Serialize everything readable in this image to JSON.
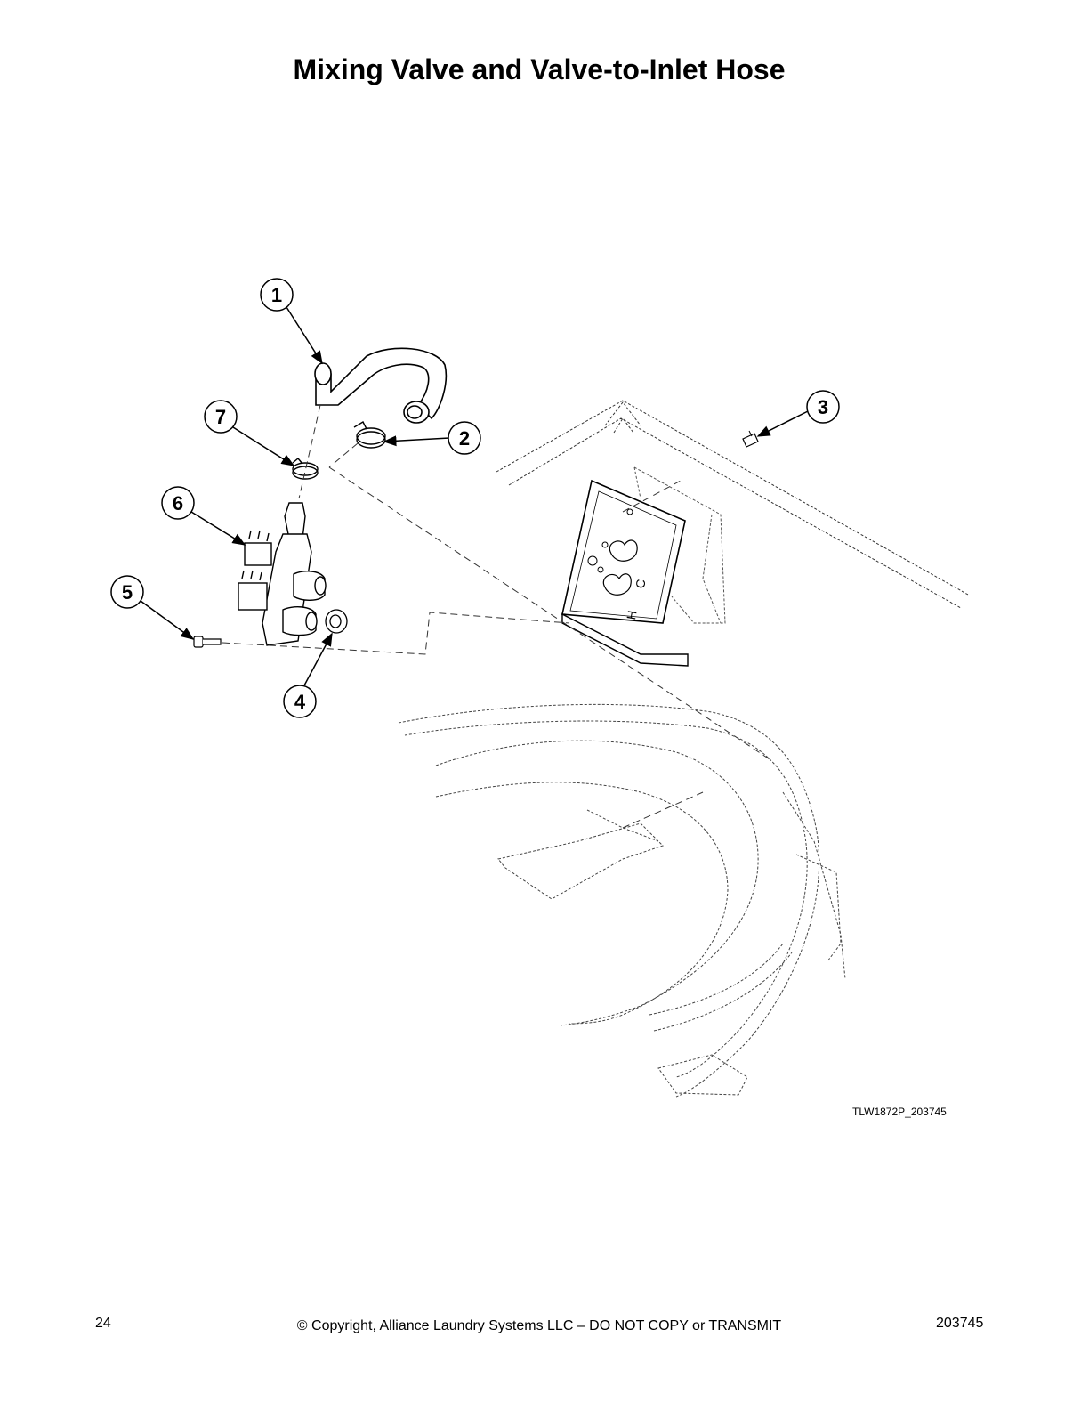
{
  "title": "Mixing Valve and Valve-to-Inlet Hose",
  "callouts": [
    "1",
    "2",
    "3",
    "4",
    "5",
    "6",
    "7"
  ],
  "drawing_id": "TLW1872P_203745",
  "bracket_labels": {
    "cold": "C",
    "hot": "H"
  },
  "footer": {
    "page_number": "24",
    "copyright": "© Copyright, Alliance Laundry Systems LLC – DO NOT COPY or TRANSMIT",
    "doc_number": "203745"
  }
}
